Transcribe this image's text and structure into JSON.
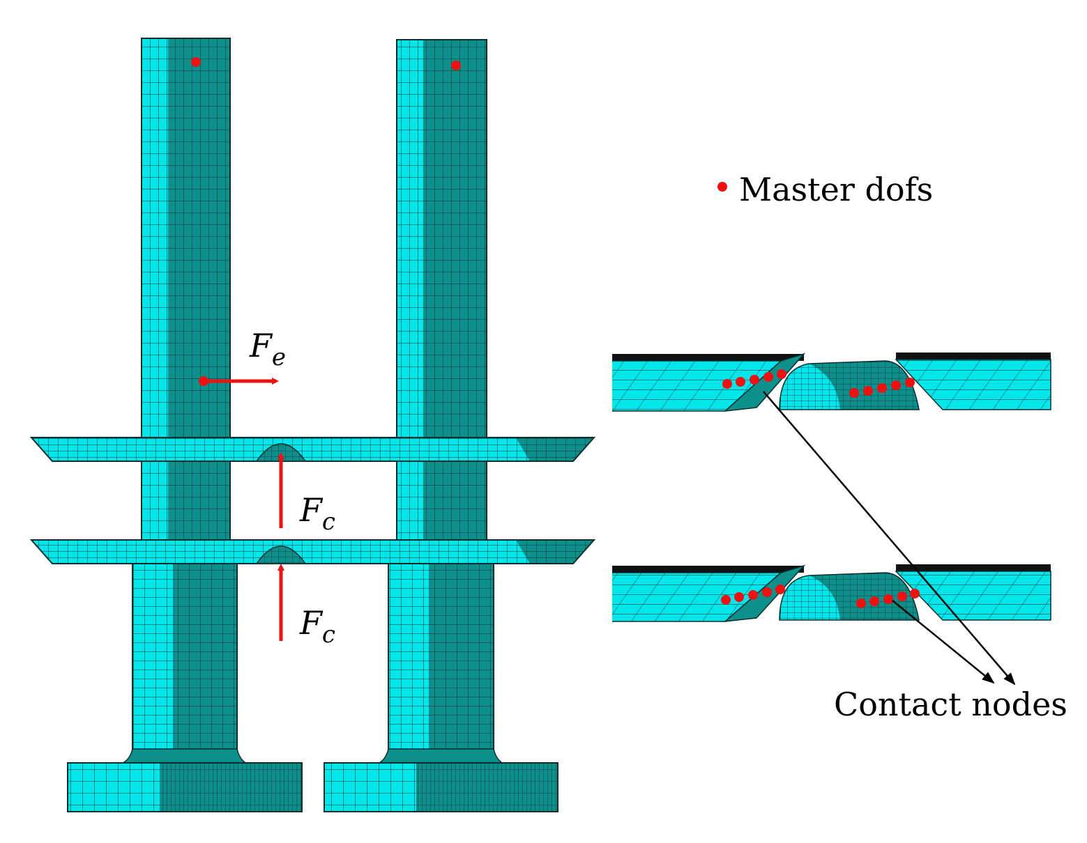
{
  "legend": {
    "marker_label": "Master dofs"
  },
  "labels": {
    "excitation_force": {
      "main": "F",
      "sub": "e"
    },
    "contact_force_upper": {
      "main": "F",
      "sub": "c"
    },
    "contact_force_lower": {
      "main": "F",
      "sub": "c"
    },
    "contact_nodes": "Contact nodes"
  },
  "colors": {
    "mesh_light": "#00e6ea",
    "mesh_dark": "#0d8f8c",
    "mesh_line": "#0a2e2e",
    "marker": "#ee1111",
    "arrow": "#ee1111",
    "leader": "#000000"
  }
}
